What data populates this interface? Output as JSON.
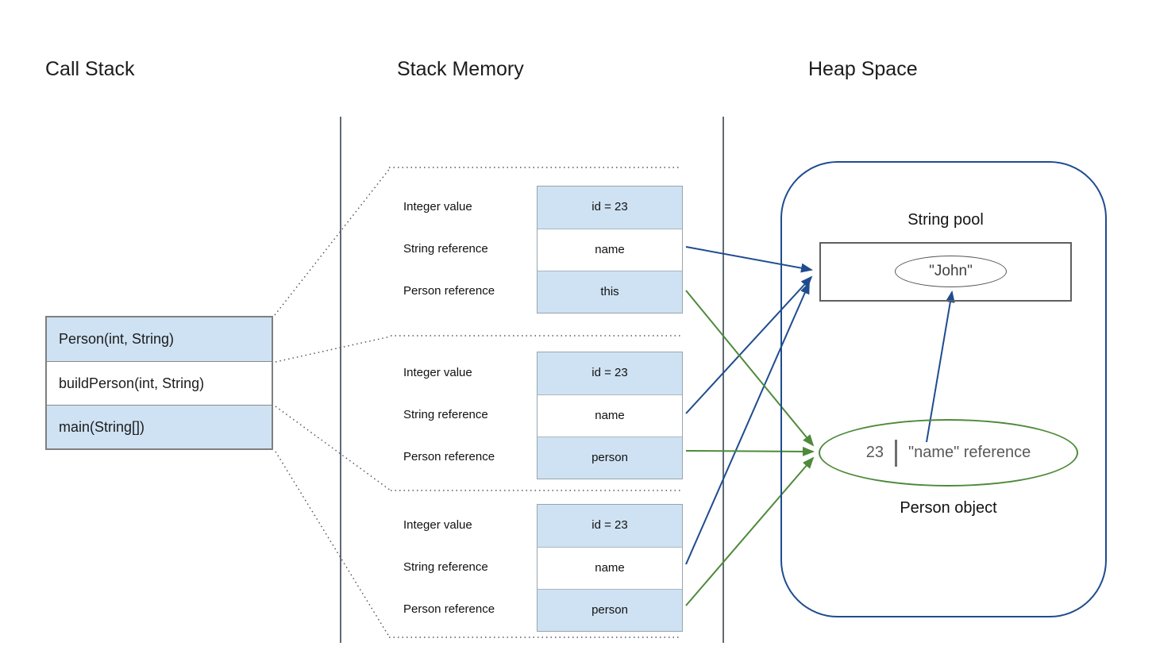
{
  "titles": {
    "call_stack": "Call Stack",
    "stack_memory": "Stack Memory",
    "heap_space": "Heap Space"
  },
  "call_stack": {
    "frames": [
      {
        "label": "Person(int, String)"
      },
      {
        "label": "buildPerson(int, String)"
      },
      {
        "label": "main(String[])"
      }
    ]
  },
  "stack_memory": {
    "frames": [
      {
        "rows": [
          {
            "label": "Integer value",
            "value": "id = 23"
          },
          {
            "label": "String reference",
            "value": "name"
          },
          {
            "label": "Person reference",
            "value": "this"
          }
        ]
      },
      {
        "rows": [
          {
            "label": "Integer value",
            "value": "id = 23"
          },
          {
            "label": "String reference",
            "value": "name"
          },
          {
            "label": "Person reference",
            "value": "person"
          }
        ]
      },
      {
        "rows": [
          {
            "label": "Integer value",
            "value": "id = 23"
          },
          {
            "label": "String reference",
            "value": "name"
          },
          {
            "label": "Person reference",
            "value": "person"
          }
        ]
      }
    ]
  },
  "heap": {
    "string_pool": {
      "title": "String pool",
      "value": "\"John\""
    },
    "person_object": {
      "id_value": "23",
      "ref_value": "\"name\" reference",
      "label": "Person object"
    }
  },
  "colors": {
    "cell_fill": "#cfe2f3",
    "reference_arrow_blue": "#1f4c8f",
    "reference_arrow_green": "#4e8a3a",
    "heap_border": "#1f4c8f",
    "divider_gray": "#5f6b75"
  }
}
